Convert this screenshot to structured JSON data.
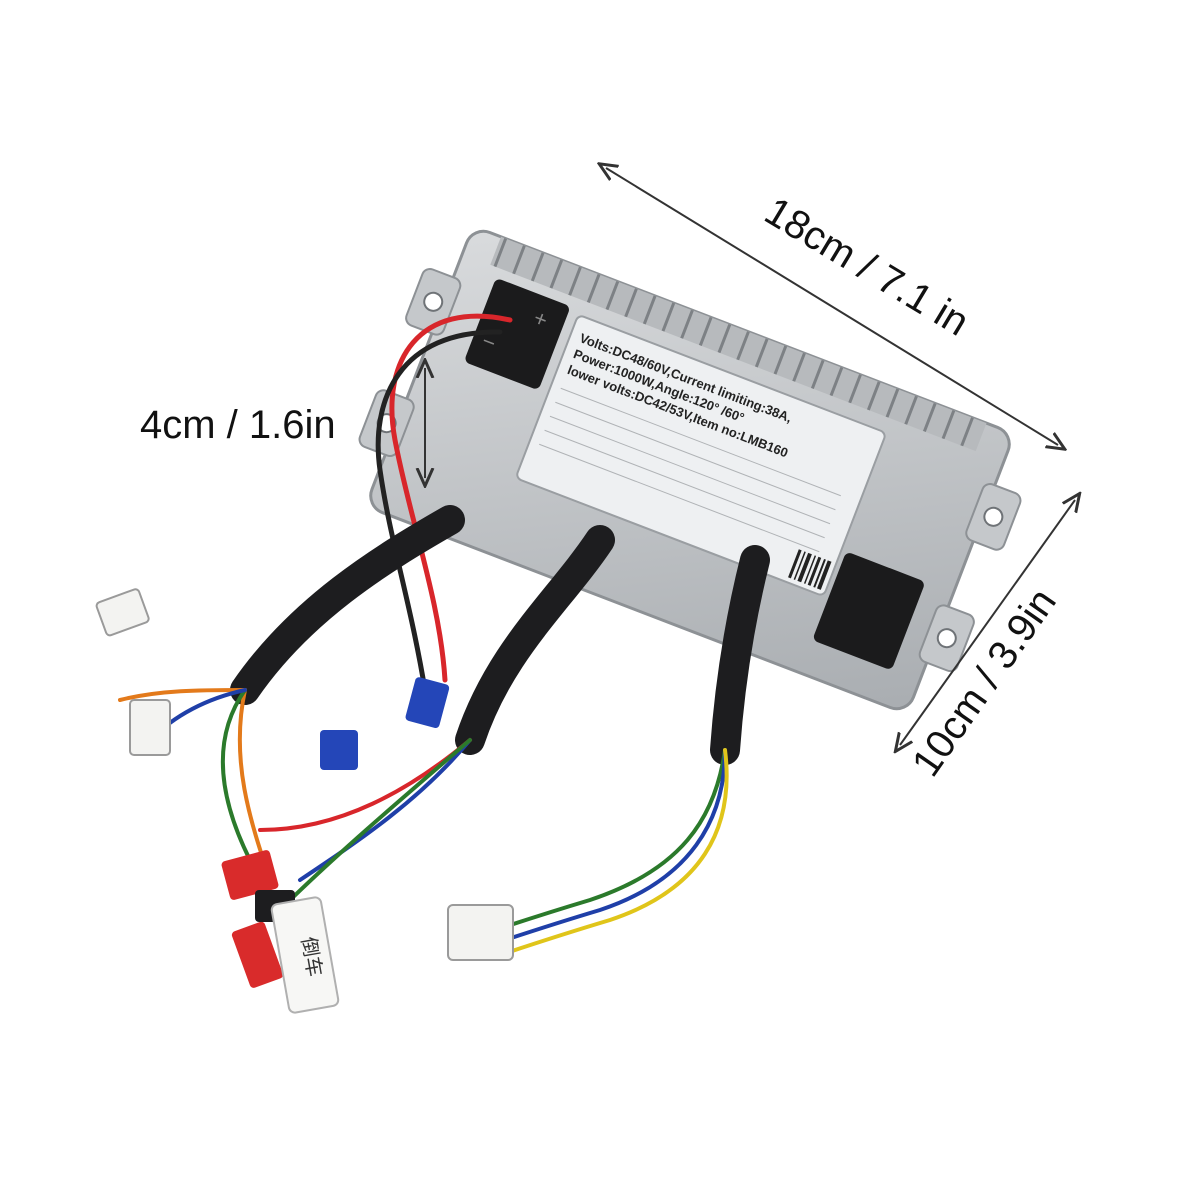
{
  "dimensions": {
    "length": "18cm / 7.1 in",
    "width": "10cm / 3.9in",
    "height": "4cm / 1.6in"
  },
  "label": {
    "line1": "Volts:DC48/60V,Current limiting:38A,",
    "line2": "Power:1000W,Angle:120° /60°",
    "line3": "lower volts:DC42/53V,Item no:LMB160"
  },
  "terminal": {
    "plus": "+",
    "minus": "−"
  },
  "tag": {
    "text": "倒车"
  },
  "colors": {
    "housing": "#c9cbcd",
    "housing_dark": "#9fa3a7",
    "label_bg": "#eef0f2",
    "wire_sleeve": "#1d1d1f",
    "wire_red": "#d8262b",
    "connector_blue": "#2446b8",
    "connector_red": "#d92b2b",
    "connector_white": "#f3f3f1"
  }
}
